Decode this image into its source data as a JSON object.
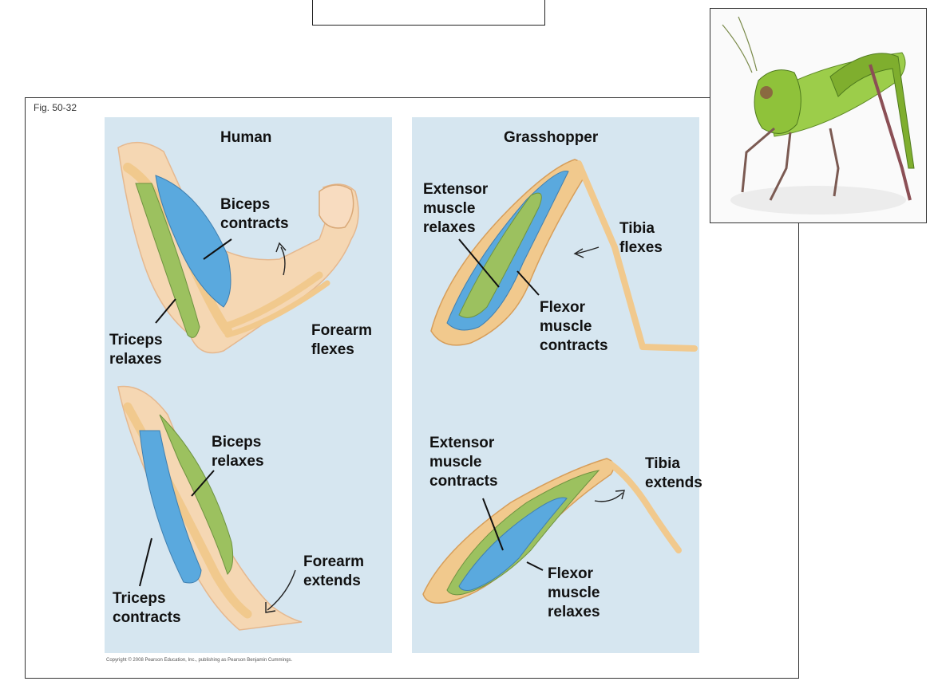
{
  "figure": {
    "fig_label": "Fig. 50-32",
    "copyright": "Copyright © 2008 Pearson Education, Inc., publishing as Pearson Benjamin Cummings."
  },
  "human": {
    "title": "Human",
    "top": {
      "biceps": "Biceps\ncontracts",
      "triceps": "Triceps\nrelaxes",
      "forearm": "Forearm\nflexes"
    },
    "bottom": {
      "biceps": "Biceps\nrelaxes",
      "triceps": "Triceps\ncontracts",
      "forearm": "Forearm\nextends"
    }
  },
  "grasshopper": {
    "title": "Grasshopper",
    "top": {
      "extensor": "Extensor\nmuscle\nrelaxes",
      "flexor": "Flexor\nmuscle\ncontracts",
      "tibia": "Tibia\nflexes"
    },
    "bottom": {
      "extensor": "Extensor\nmuscle\ncontracts",
      "flexor": "Flexor\nmuscle\nrelaxes",
      "tibia": "Tibia\nextends"
    }
  },
  "colors": {
    "panel_bg": "#d6e6f0",
    "muscle_blue": "#5aa9de",
    "muscle_green": "#9cc15f",
    "bone_orange": "#f1c98d",
    "skin": "#f5d7b3",
    "grasshopper_green": "#7fae2e"
  }
}
